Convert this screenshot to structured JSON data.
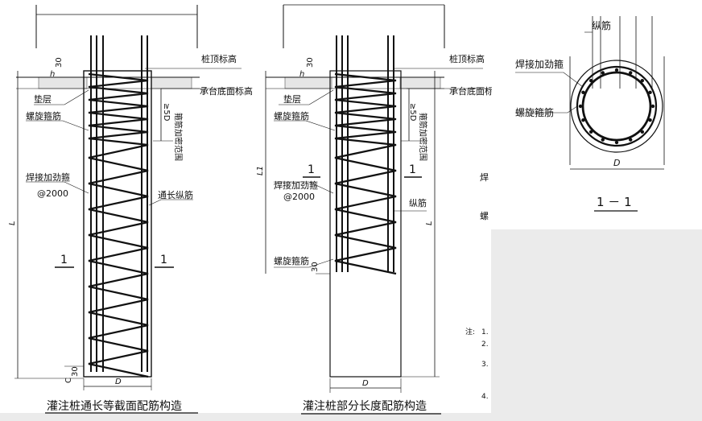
{
  "left_drawing": {
    "title": "灌注桩通长等截面配筋构造",
    "labels": {
      "pile_top": "桩顶标高",
      "cap_bottom": "承台底面标高",
      "cushion": "垫层",
      "spiral": "螺旋箍筋",
      "stiffener": "焊接加劲箍",
      "stiffener_spacing": "@2000",
      "full_long_bar": "通长纵筋",
      "dense_zone": "箍筋加密范围",
      "five_d": "≥5D",
      "dim_30_top": "30",
      "dim_h": "h",
      "dim_L": "L",
      "dim_D": "D",
      "dim_30_bot": "30",
      "dim_c": "C",
      "section_mark_left": "1",
      "section_mark_right": "1"
    }
  },
  "middle_drawing": {
    "title": "灌注桩部分长度配筋构造",
    "labels": {
      "pile_top": "桩顶标高",
      "cap_bottom": "承台底面标高",
      "cushion": "垫层",
      "spiral": "螺旋箍筋",
      "stiffener": "焊接加劲箍",
      "stiffener_spacing": "@2000",
      "long_bar": "纵筋",
      "dense_zone": "箍筋加密范围",
      "five_d": "≥5D",
      "dim_30_top": "30",
      "dim_h": "h",
      "dim_L1": "L1",
      "dim_L": "L",
      "dim_D": "D",
      "dim_30_mid": "30",
      "section_mark_left": "1",
      "section_mark_right": "1"
    }
  },
  "section_view": {
    "title": "1 － 1",
    "labels": {
      "long_bar": "纵筋",
      "stiffener": "焊接加劲箍",
      "spiral": "螺旋箍筋",
      "dim_D": "D"
    }
  },
  "notes_fragment": {
    "note_label": "注:",
    "numbers": [
      "1.",
      "2.",
      "3.",
      "4."
    ],
    "partial_1": "焊",
    "partial_2": "螺"
  }
}
